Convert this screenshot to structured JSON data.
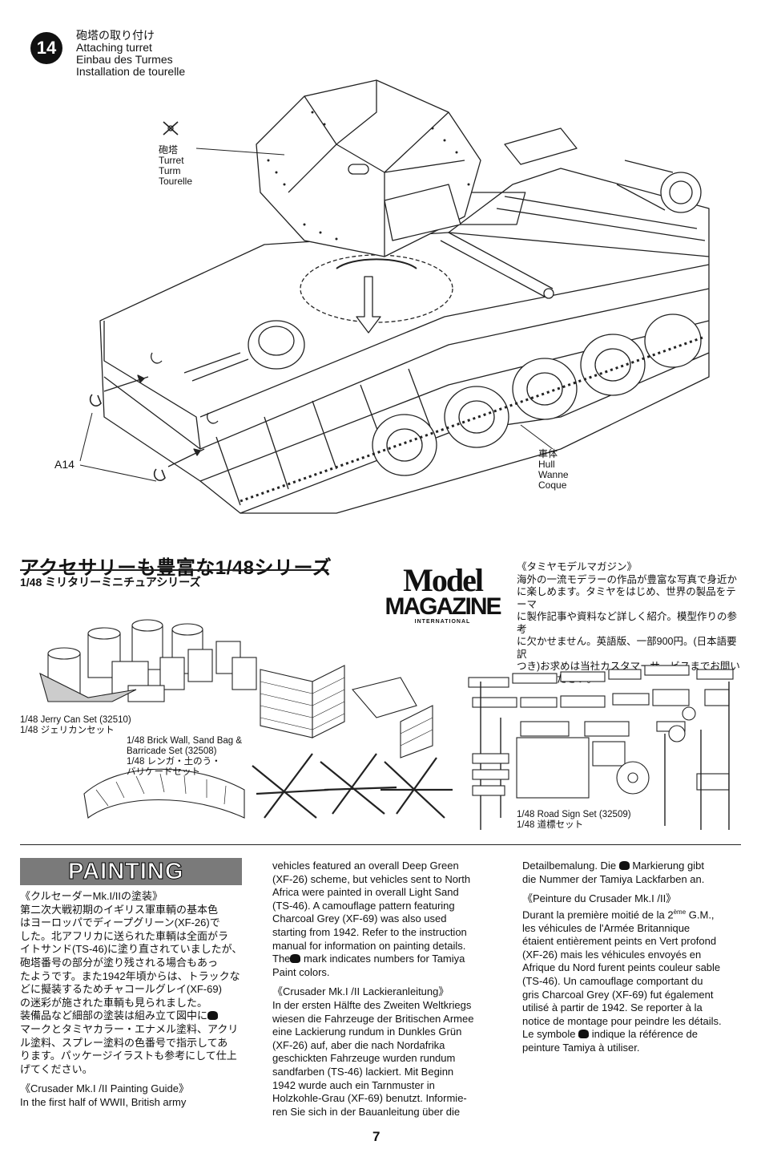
{
  "step": {
    "number": "14",
    "titles": [
      "砲塔の取り付け",
      "Attaching turret",
      "Einbau des Turmes",
      "Installation de tourelle"
    ]
  },
  "labels": {
    "turret": [
      "砲塔",
      "Turret",
      "Turm",
      "Tourelle"
    ],
    "hull": [
      "車体",
      "Hull",
      "Wanne",
      "Coque"
    ],
    "part": "A14"
  },
  "accessories": {
    "title": "アクセサリーも豊富な1/48シリーズ",
    "subtitle": "1/48 ミリタリーミニチュアシリーズ",
    "items": [
      {
        "lines": [
          "1/48 Jerry Can Set (32510)",
          "1/48 ジェリカンセット"
        ]
      },
      {
        "lines": [
          "1/48 Brick Wall, Sand Bag &",
          "Barricade Set (32508)",
          "1/48 レンガ・土のう・",
          "バリケードセット"
        ]
      },
      {
        "lines": [
          "1/48 Road Sign Set (32509)",
          "1/48 道標セット"
        ]
      }
    ]
  },
  "magazine": {
    "logo_line1": "Model",
    "logo_line2": "MAGAZINE",
    "logo_line3": "INTERNATIONAL",
    "text_lines": [
      "《タミヤモデルマガジン》",
      "海外の一流モデラーの作品が豊富な写真で身近か",
      "に楽しめます。タミヤをはじめ、世界の製品をテーマ",
      "に製作記事や資料など詳しく紹介。模型作りの参考",
      "に欠かせません。英語版、一部900円。(日本語要訳",
      "つき)お求めは当社カスタマーサービスまでお問い",
      "合わせください。"
    ]
  },
  "painting": {
    "banner": "PAINTING",
    "col1": [
      "《クルセーダーMk.I/IIの塗装》",
      "第二次大戦初期のイギリス軍車輌の基本色",
      "はヨーロッパでディープグリーン(XF-26)で",
      "した。北アフリカに送られた車輌は全面がラ",
      "イトサンド(TS-46)に塗り直されていましたが、",
      "砲塔番号の部分が塗り残される場合もあっ",
      "たようです。また1942年頃からは、トラックな",
      "どに擬装するためチャコールグレイ(XF-69)",
      "の迷彩が施された車輌も見られました。",
      "装備品など細部の塗装は組み立て図中に",
      "マークとタミヤカラー・エナメル塗料、アクリ",
      "ル塗料、スプレー塗料の色番号で指示してあ",
      "ります。パッケージイラストも参考にして仕上",
      "げてください。",
      "《Crusader Mk.I /II Painting Guide》",
      "In the first half of WWII, British army"
    ],
    "col2": [
      "vehicles featured an overall Deep Green",
      "(XF-26) scheme, but vehicles sent to North",
      "Africa were painted in overall Light Sand",
      "(TS-46). A camouflage pattern featuring",
      "Charcoal Grey (XF-69) was also used",
      "starting from 1942. Refer to the instruction",
      "manual for information on painting details.",
      "The",
      "mark indicates numbers for Tamiya",
      "Paint colors.",
      "《Crusader Mk.I /II Lackieranleitung》",
      "In der ersten Hälfte des Zweiten Weltkriegs",
      "wiesen die Fahrzeuge der Britischen Armee",
      "eine Lackierung rundum in Dunkles Grün",
      "(XF-26) auf, aber die nach Nordafrika",
      "geschickten Fahrzeuge wurden rundum",
      "sandfarben (TS-46) lackiert. Mit Beginn",
      "1942 wurde auch ein Tarnmuster in",
      "Holzkohle-Grau (XF-69) benutzt. Informie-",
      "ren Sie sich in der Bauanleitung über die"
    ],
    "col3": [
      "Detailbemalung. Die",
      "Markierung gibt",
      "die Nummer der Tamiya Lackfarben an.",
      "《Peinture du Crusader Mk.I /II》",
      "Durant la première moitié de la 2",
      "ème",
      " G.M.,",
      "les véhicules de l'Armée Britannique",
      "étaient entièrement peints en Vert profond",
      "(XF-26) mais les véhicules envoyés en",
      "Afrique du Nord furent peints couleur sable",
      "(TS-46). Un camouflage comportant du",
      "gris Charcoal Grey (XF-69) fut également",
      "utilisé à partir de 1942. Se reporter à la",
      "notice de montage pour peindre les détails.",
      "Le symbole",
      "indique la référence de",
      "peinture Tamiya à utiliser."
    ]
  },
  "page_number": "7"
}
